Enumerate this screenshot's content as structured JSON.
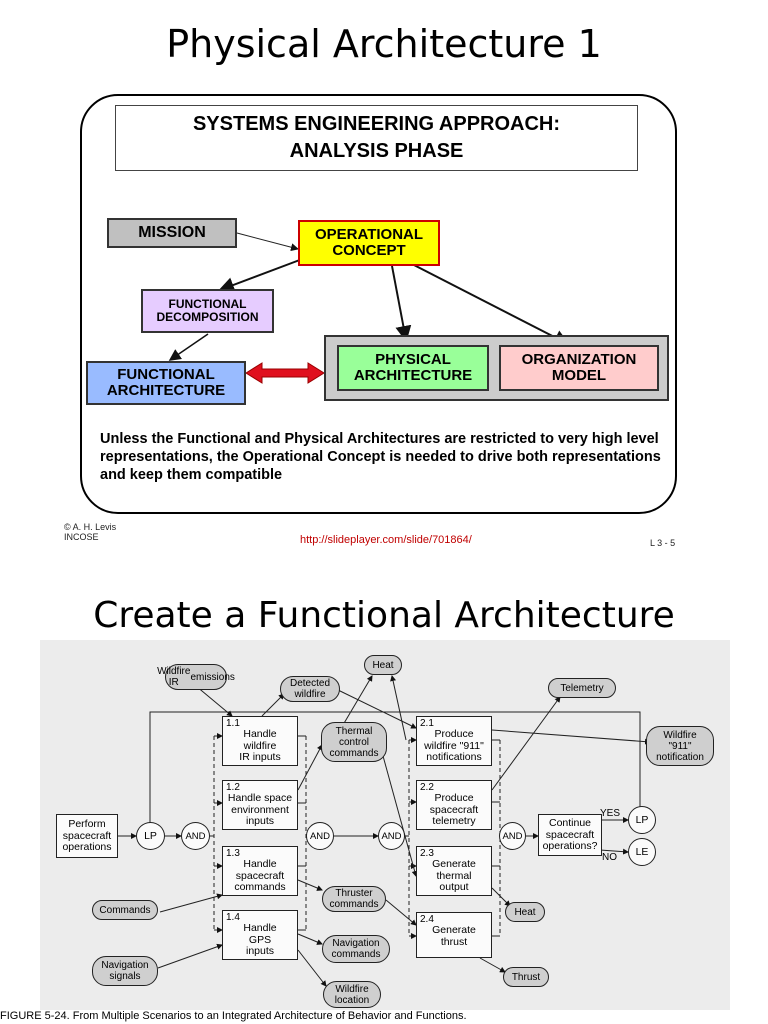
{
  "slide1": {
    "title": "Physical Architecture 1",
    "header": {
      "line1": "SYSTEMS ENGINEERING APPROACH:",
      "line2": "ANALYSIS PHASE"
    },
    "boxes": {
      "mission": "MISSION",
      "operational_concept": {
        "line1": "OPERATIONAL",
        "line2": "CONCEPT"
      },
      "functional_decomposition": {
        "line1": "FUNCTIONAL",
        "line2": "DECOMPOSITION"
      },
      "functional_architecture": {
        "line1": "FUNCTIONAL",
        "line2": "ARCHITECTURE"
      },
      "physical_architecture": {
        "line1": "PHYSICAL",
        "line2": "ARCHITECTURE"
      },
      "organization_model": {
        "line1": "ORGANIZATION",
        "line2": "MODEL"
      }
    },
    "note": "Unless the Functional and Physical Architectures are restricted to very high level representations, the Operational Concept is needed to drive both representations and keep them compatible",
    "copyright": {
      "line1": "© A. H. Levis",
      "line2": "INCOSE"
    },
    "link": "http://slideplayer.com/slide/701864/",
    "page_ref": "L 3 - 5",
    "colors": {
      "mission": "#c0c0c0",
      "operational_concept": "#ffff00",
      "functional_decomposition": "#e6ccff",
      "functional_architecture": "#99bbff",
      "physical_architecture": "#99ff99",
      "organization_model": "#ffcccc",
      "arrow_red": "#e0101e"
    }
  },
  "slide2": {
    "title": "Create a Functional Architecture",
    "functions": [
      {
        "num": "1.1",
        "lines": [
          "Handle",
          "wildfire",
          "IR inputs"
        ]
      },
      {
        "num": "1.2",
        "lines": [
          "Handle space",
          "environment",
          "inputs"
        ]
      },
      {
        "num": "1.3",
        "lines": [
          "Handle",
          "spacecraft",
          "commands"
        ]
      },
      {
        "num": "1.4",
        "lines": [
          "Handle",
          "GPS",
          "inputs"
        ]
      },
      {
        "num": "2.1",
        "lines": [
          "Produce",
          "wildfire \"911\"",
          "notifications"
        ]
      },
      {
        "num": "2.2",
        "lines": [
          "Produce",
          "spacecraft",
          "telemetry"
        ]
      },
      {
        "num": "2.3",
        "lines": [
          "Generate",
          "thermal",
          "output"
        ]
      },
      {
        "num": "2.4",
        "lines": [
          "Generate",
          "thrust"
        ]
      }
    ],
    "items": {
      "wildfire_ir": [
        "Wildfire IR",
        "emissions"
      ],
      "detected_wildfire": [
        "Detected",
        "wildfire"
      ],
      "heat_top": [
        "Heat"
      ],
      "telemetry": [
        "Telemetry"
      ],
      "wildfire_911": [
        "Wildfire",
        "\"911\"",
        "notification"
      ],
      "thermal_control": [
        "Thermal",
        "control",
        "commands"
      ],
      "thruster_commands": [
        "Thruster",
        "commands"
      ],
      "navigation_commands": [
        "Navigation",
        "commands"
      ],
      "wildfire_location": [
        "Wildfire",
        "location"
      ],
      "commands": [
        "Commands"
      ],
      "navigation_signals": [
        "Navigation",
        "signals"
      ],
      "heat_bottom": [
        "Heat"
      ],
      "thrust": [
        "Thrust"
      ]
    },
    "perform": [
      "Perform",
      "spacecraft",
      "operations"
    ],
    "continue_box": [
      "Continue",
      "spacecraft",
      "operations?"
    ],
    "nodes": {
      "lp": "LP",
      "and": "AND",
      "le": "LE"
    },
    "decision": {
      "yes": "YES",
      "no": "NO"
    },
    "caption": "FIGURE 5-24. From Multiple Scenarios to an Integrated Architecture of Behavior and Functions."
  }
}
